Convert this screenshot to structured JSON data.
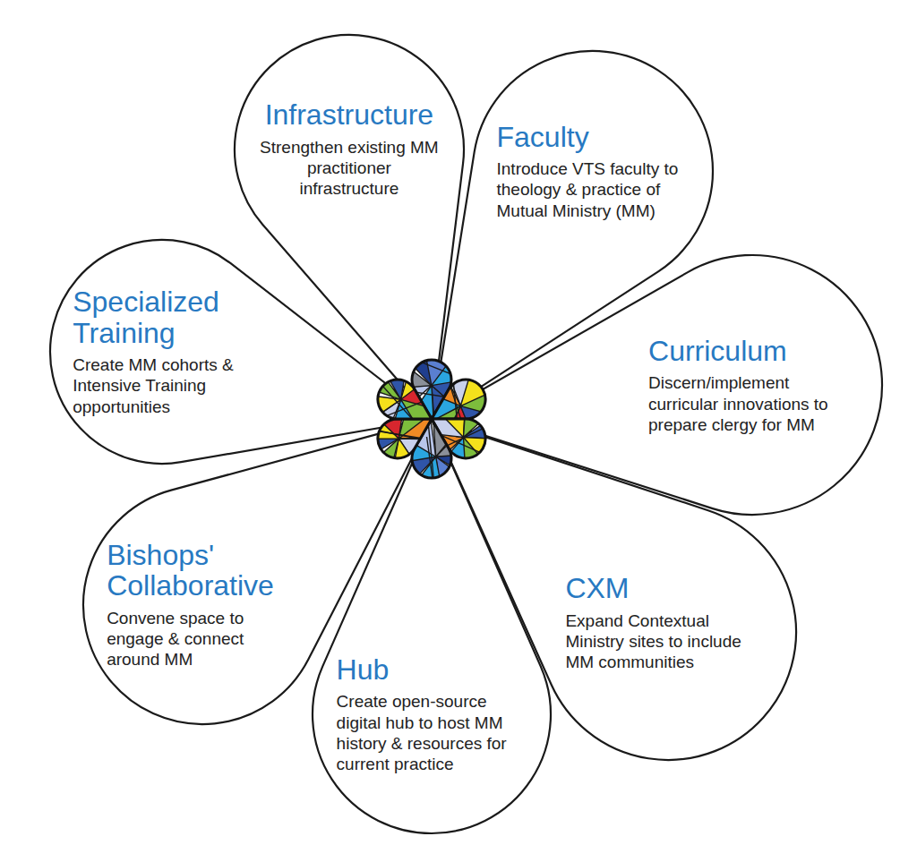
{
  "diagram": {
    "nodes": [
      {
        "text": [
          "Infrastructure",
          "Strengthen existing MM practitioner infrastructure"
        ]
      },
      {
        "text": [
          "Faculty",
          "Introduce VTS faculty to theology & practice of Mutual Ministry (MM)"
        ]
      },
      {
        "text": [
          "Curriculum",
          "Discern/implement curricular innovations to prepare clergy for MM"
        ]
      },
      {
        "text": [
          "CXM",
          "Expand Contextual Ministry sites to include MM communities"
        ]
      },
      {
        "text": [
          "Hub",
          "Create open-source digital hub to host MM history & resources for current practice"
        ]
      },
      {
        "text": [
          "Bishops' Collaborative",
          "Convene space to engage & connect around MM"
        ]
      },
      {
        "text": [
          "Specialized Training",
          "Create MM cohorts & Intensive Training opportunities"
        ]
      }
    ]
  }
}
